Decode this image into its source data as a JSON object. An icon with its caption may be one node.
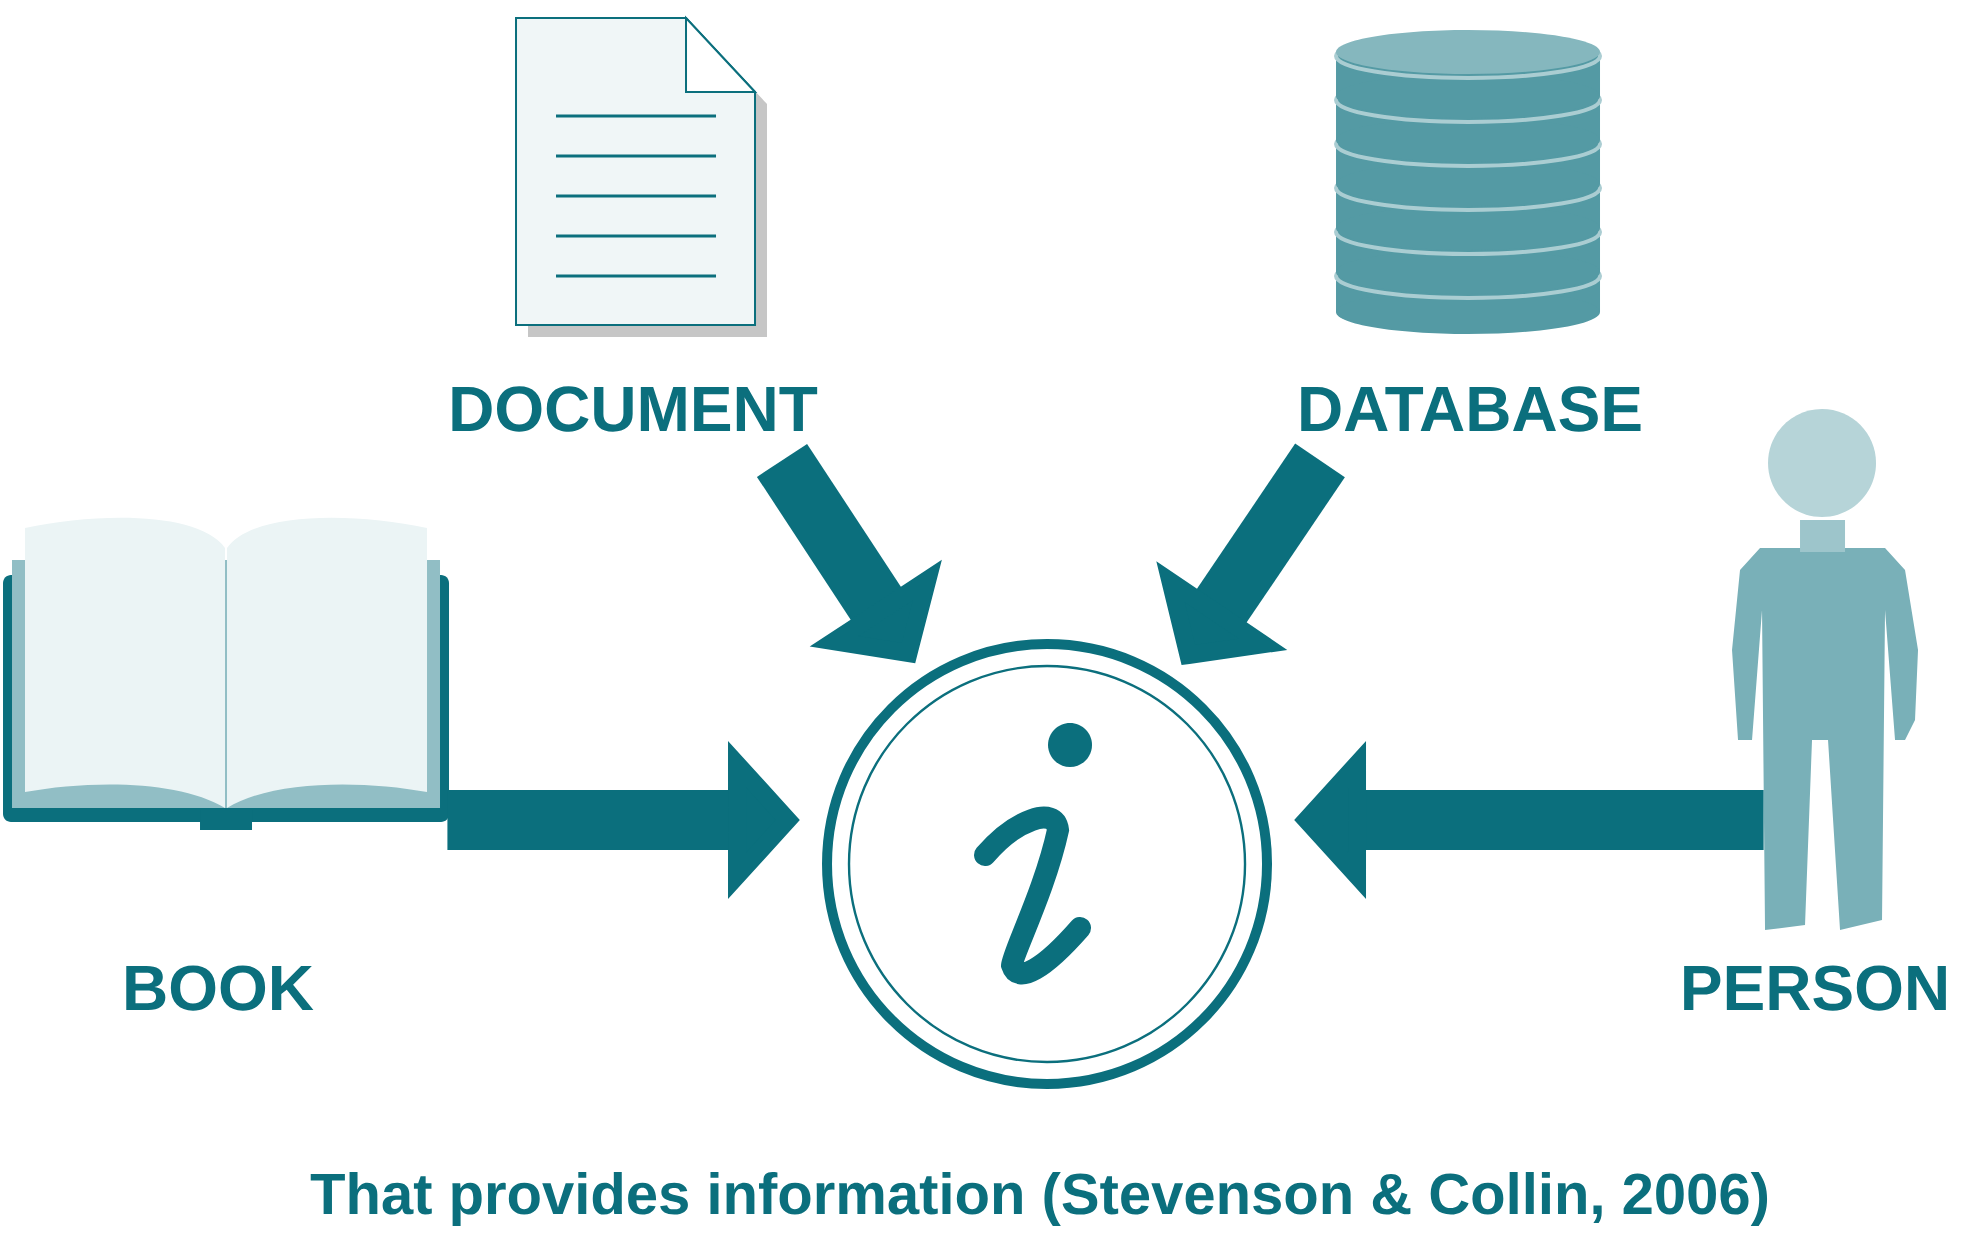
{
  "diagram": {
    "caption": "That provides information (Stevenson & Collin, 2006)",
    "nodes": [
      {
        "text": [
          "DOCUMENT"
        ]
      },
      {
        "text": [
          "DATABASE"
        ]
      },
      {
        "text": [
          "BOOK"
        ]
      },
      {
        "text": [],
        "shape": "circle"
      },
      {
        "text": [
          "PERSON"
        ]
      }
    ],
    "edges": [
      {
        "from": 0,
        "to": 3,
        "arrow": "to"
      },
      {
        "from": 1,
        "to": 3,
        "arrow": "to"
      },
      {
        "from": 2,
        "to": 3,
        "arrow": "to"
      },
      {
        "from": 4,
        "to": 3,
        "arrow": "to"
      }
    ]
  }
}
